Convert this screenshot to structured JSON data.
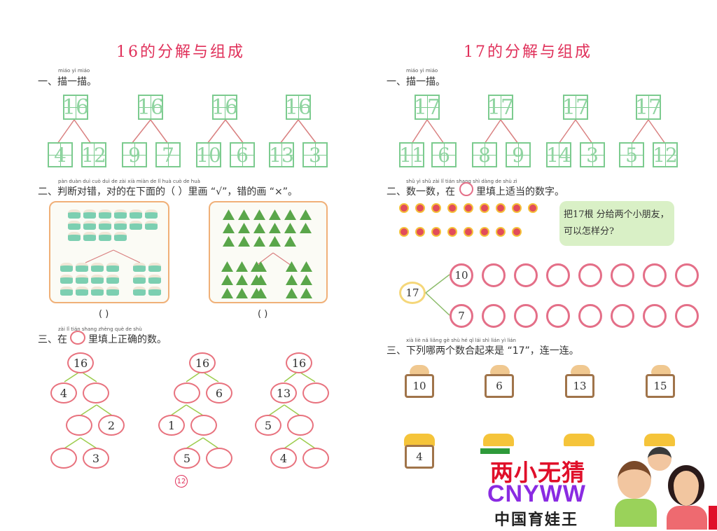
{
  "left": {
    "title": "16的分解与组成",
    "q1": {
      "pinyin": "miáo yì miáo",
      "text": "一、描一描。",
      "top": "16",
      "pairs": [
        [
          "4",
          "12"
        ],
        [
          "9",
          "7"
        ],
        [
          "10",
          "6"
        ],
        [
          "13",
          "3"
        ]
      ]
    },
    "q2": {
      "pinyin": "pàn duàn duì cuò  duì de zài xià miàn de  lǐ huà  cuò de huà",
      "text": "二、判断对错，对的在下面的（ ）里画 “√”，错的画 “×”。",
      "paren": "(   )"
    },
    "q3": {
      "pinyin": "zài  lǐ tián shang zhèng què de shù",
      "text": "三、在",
      "text_after": "里填上正确的数。",
      "trees": [
        {
          "top": "16",
          "l1": [
            "4",
            ""
          ],
          "l2": [
            "",
            "2"
          ],
          "l3": [
            "",
            "3"
          ]
        },
        {
          "top": "16",
          "l1": [
            "",
            "6"
          ],
          "l2": [
            "1",
            ""
          ],
          "l3": [
            "5",
            ""
          ]
        },
        {
          "top": "16",
          "l1": [
            "13",
            ""
          ],
          "l2": [
            "5",
            ""
          ],
          "l3": [
            "4",
            ""
          ]
        }
      ]
    },
    "page_number": "12"
  },
  "right": {
    "title": "17的分解与组成",
    "q1": {
      "pinyin": "miáo yì miáo",
      "text": "一、描一描。",
      "top": "17",
      "pairs": [
        [
          "11",
          "6"
        ],
        [
          "8",
          "9"
        ],
        [
          "14",
          "3"
        ],
        [
          "5",
          "12"
        ]
      ]
    },
    "q2": {
      "pinyin": "shǔ yì shǔ  zài  lǐ tián shang shì dàng de shù zì",
      "text": "二、数一数，在",
      "text_after": "里填上适当的数字。",
      "bubble": "把17根   分给两个小朋友，可以怎样分?",
      "center": "17",
      "rows": [
        [
          "10",
          "",
          "",
          "",
          "",
          "",
          "",
          ""
        ],
        [
          "7",
          "",
          "",
          "",
          "",
          "",
          "",
          ""
        ]
      ]
    },
    "q3": {
      "pinyin": "xià liè nǎ liǎng gè shù hé qǐ lái shì  lián yì lián",
      "text": "三、下列哪两个数合起来是 “17”，连一连。",
      "top_boxes": [
        "10",
        "6",
        "13",
        "15"
      ],
      "bottom_boxes": [
        "4",
        "",
        "",
        ""
      ]
    }
  },
  "watermark": {
    "line1": "两小无猜",
    "line2": "CNYWW",
    "line3": "中国育娃王"
  },
  "colors": {
    "title": "#e0305a",
    "trace": "#7ccb8f",
    "apple": "#e8727e",
    "panel_border": "#f0b078",
    "watermark_red": "#e0102a",
    "watermark_purple": "#8a2be2"
  }
}
